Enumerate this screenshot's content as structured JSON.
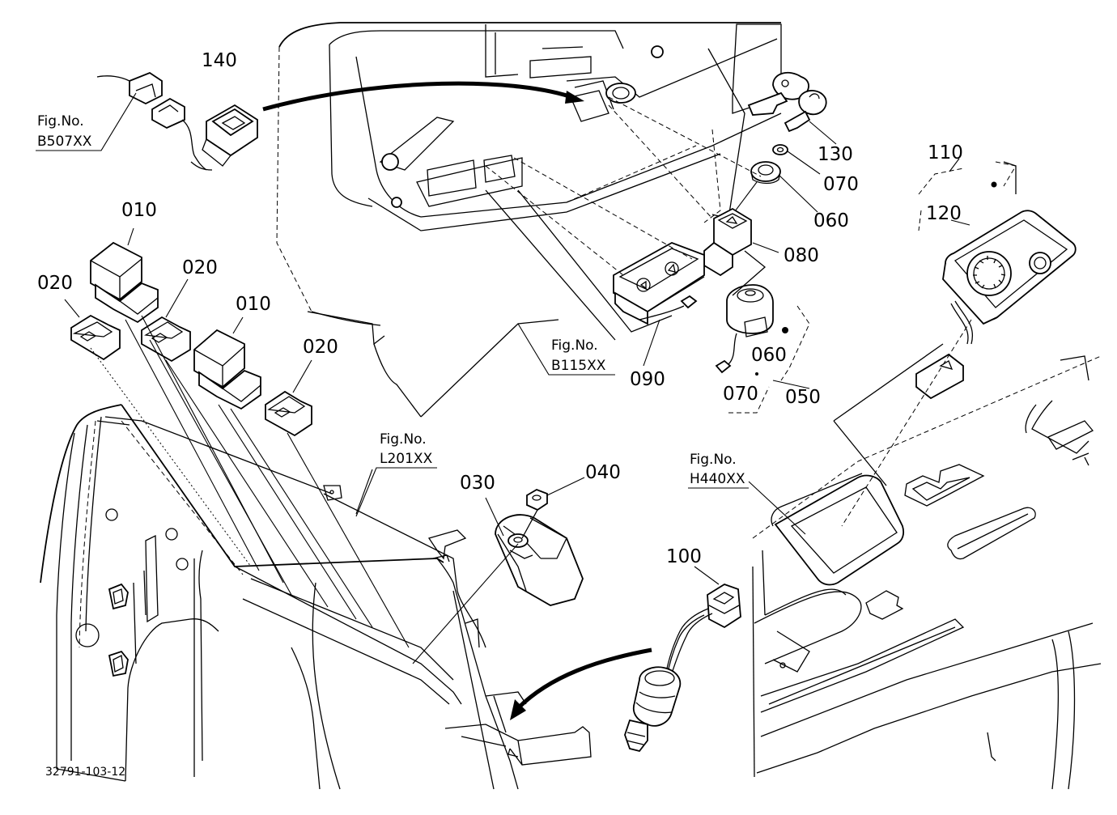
{
  "parts": [
    {
      "key": "p140",
      "label": "140"
    },
    {
      "key": "p130",
      "label": "130"
    },
    {
      "key": "p070a",
      "label": "070"
    },
    {
      "key": "p060a",
      "label": "060"
    },
    {
      "key": "p110",
      "label": "110"
    },
    {
      "key": "p120",
      "label": "120"
    },
    {
      "key": "p010a",
      "label": "010"
    },
    {
      "key": "p020a",
      "label": "020"
    },
    {
      "key": "p020b",
      "label": "020"
    },
    {
      "key": "p010b",
      "label": "010"
    },
    {
      "key": "p020c",
      "label": "020"
    },
    {
      "key": "p080",
      "label": "080"
    },
    {
      "key": "p090",
      "label": "090"
    },
    {
      "key": "p060b",
      "label": "060"
    },
    {
      "key": "p070b",
      "label": "070"
    },
    {
      "key": "p050",
      "label": "050"
    },
    {
      "key": "p030",
      "label": "030"
    },
    {
      "key": "p040",
      "label": "040"
    },
    {
      "key": "p100",
      "label": "100"
    }
  ],
  "figure_refs": [
    {
      "key": "b507",
      "line1": "Fig.No.",
      "line2": "B507XX"
    },
    {
      "key": "b115",
      "line1": "Fig.No.",
      "line2": "B115XX"
    },
    {
      "key": "l201",
      "line1": "Fig.No.",
      "line2": "L201XX"
    },
    {
      "key": "h440",
      "line1": "Fig.No.",
      "line2": "H440XX"
    }
  ],
  "doc_id": "32791-103-12"
}
